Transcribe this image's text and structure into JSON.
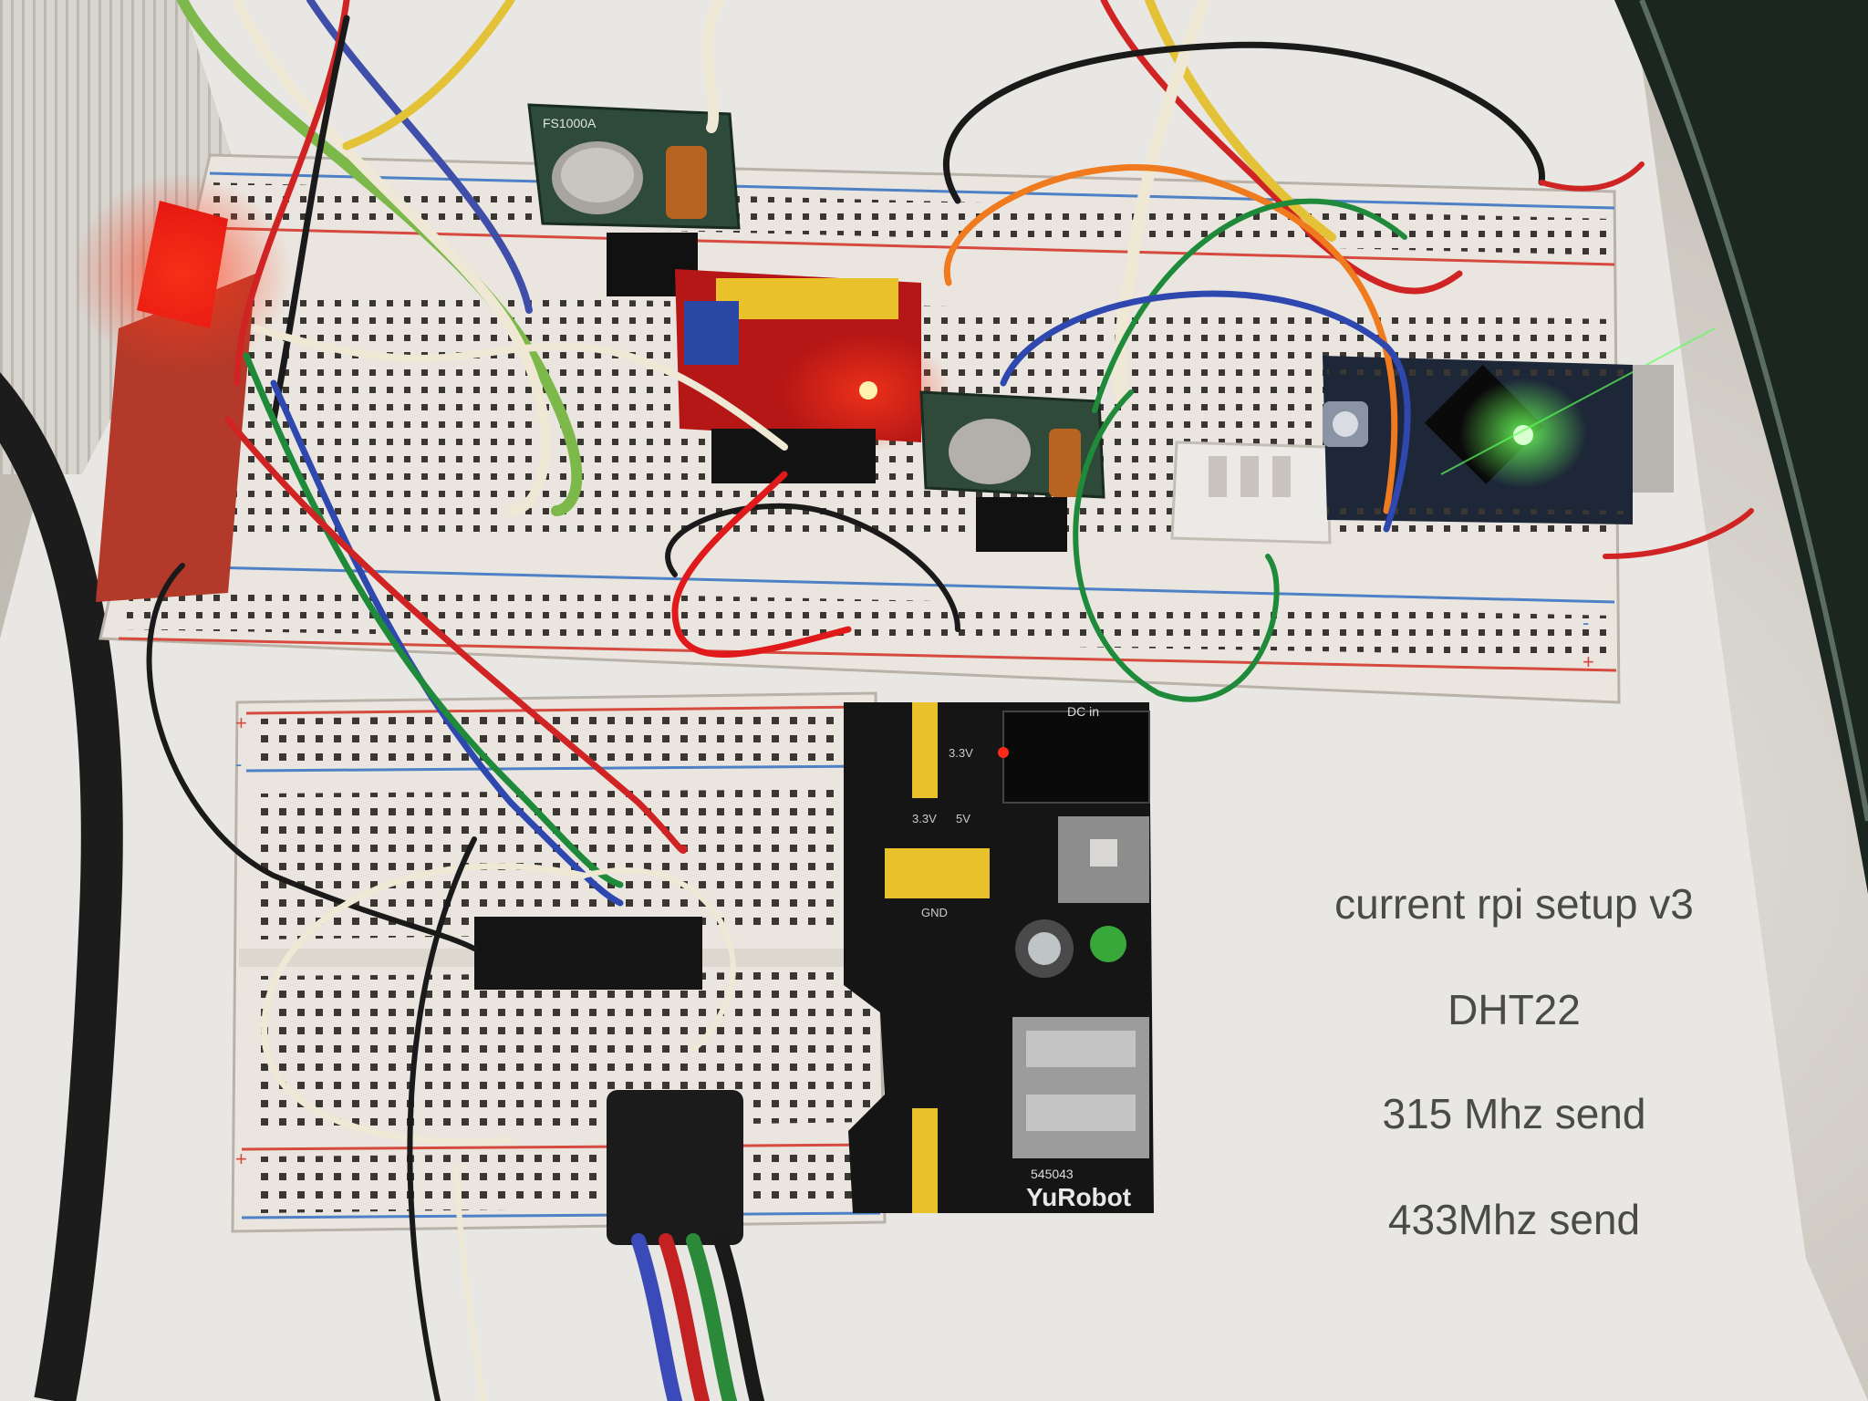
{
  "captions": [
    "current rpi setup v3",
    "DHT22",
    "315 Mhz send",
    "433Mhz send"
  ],
  "board_labels": {
    "power_module_brand": "YuRobot",
    "power_module_model": "545043",
    "dc_in": "DC in",
    "v33": "3.3V",
    "v5": "5V",
    "gnd": "GND",
    "rf_module_marking": "FS1000A",
    "plus": "+",
    "minus": "-"
  },
  "colors": {
    "background": "#cfcbc4",
    "breadboard": "#eae6df",
    "breadboard_hole": "#3a3733",
    "rail_red": "#d64a3f",
    "rail_blue": "#4d80c4",
    "pcb_green": "#2e4a3b",
    "pcb_black": "#151515",
    "pcb_red": "#b51616",
    "jumper_yellow": "#e8c12b",
    "arduino_blue": "#1d2738",
    "led_red": "#ff2a1a",
    "led_green": "#3aff3a",
    "caption_text": "#4a4a4a"
  }
}
